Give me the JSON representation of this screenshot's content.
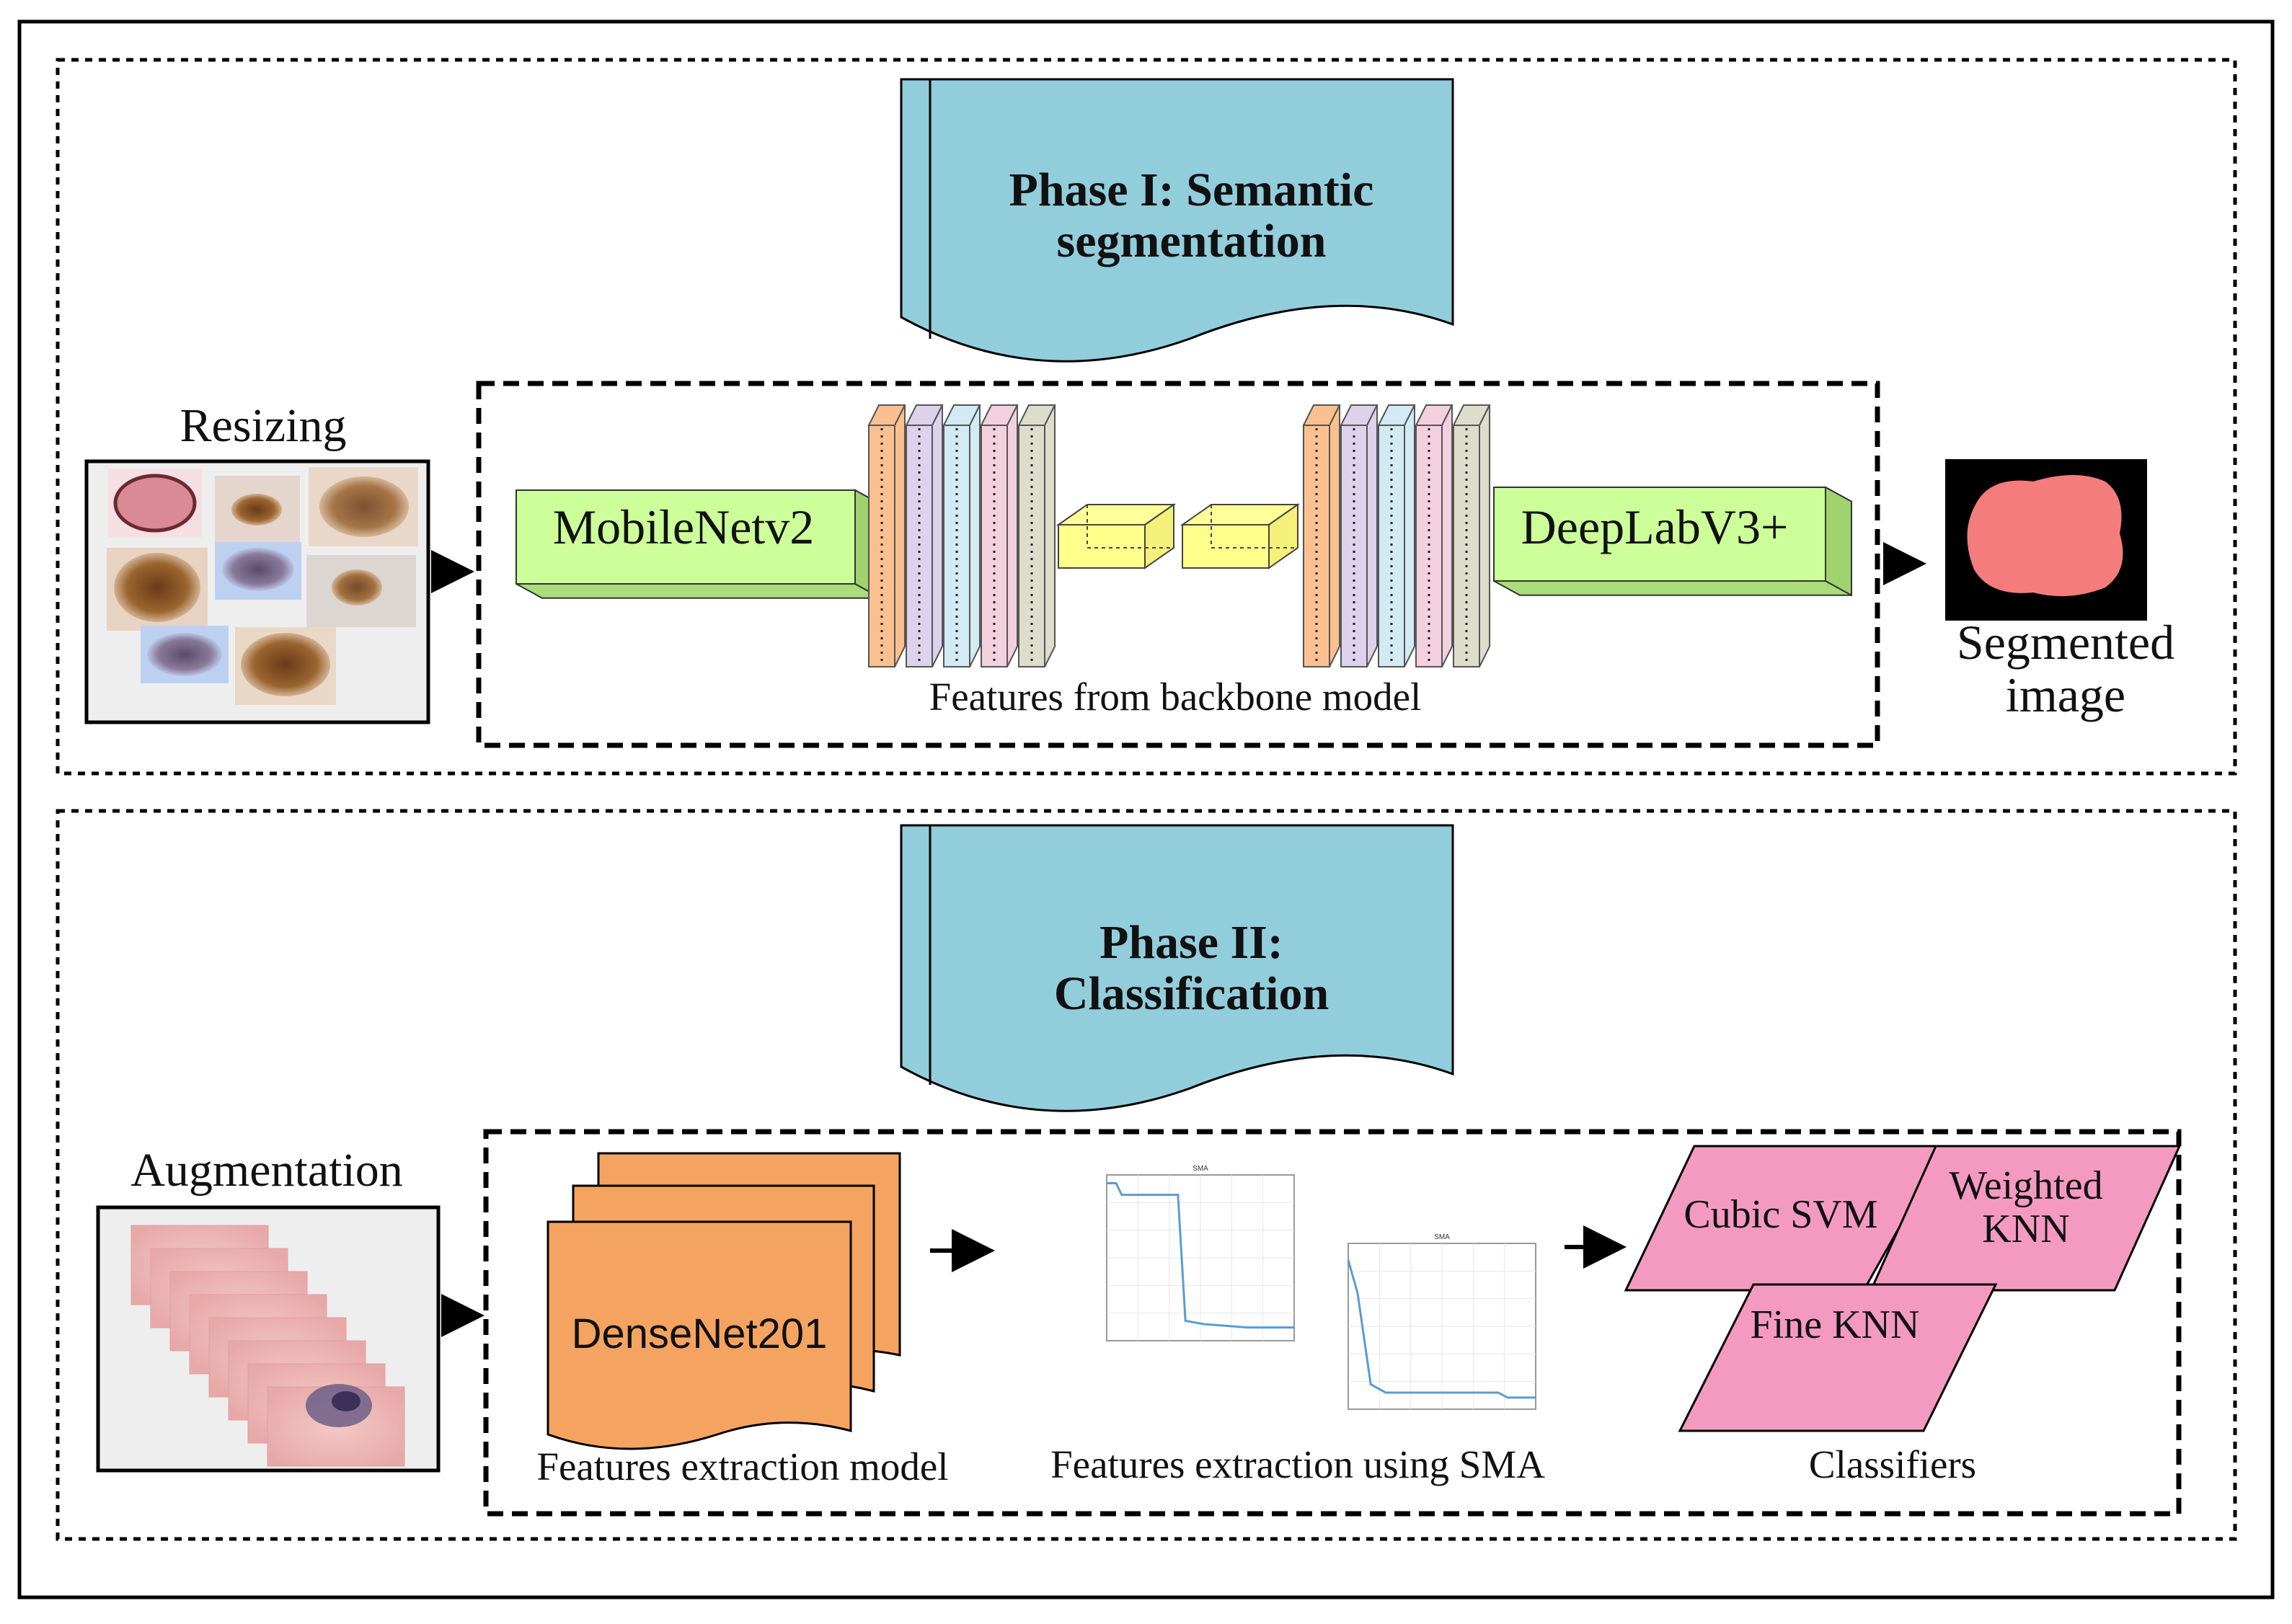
{
  "phase1": {
    "title_line1": "Phase I: Semantic",
    "title_line2": "segmentation",
    "resizing_label": "Resizing",
    "backbone_label": "MobileNetv2",
    "head_label": "DeepLabV3+",
    "features_label": "Features from backbone model",
    "output_line1": "Segmented",
    "output_line2": "image"
  },
  "phase2": {
    "title_line1": "Phase II:",
    "title_line2": "Classification",
    "augmentation_label": "Augmentation",
    "model_label": "DenseNet201",
    "model_caption": "Features extraction model",
    "sma_caption": "Features extraction using SMA",
    "sma_plot_title": "SMA",
    "classifiers": [
      "Cubic SVM",
      "Weighted KNN",
      "Fine KNN"
    ],
    "classifiers_caption": "Classifiers"
  },
  "colors": {
    "banner": "#92CDDC",
    "backbone_box": "#CCFF99",
    "densenet": "#F4A460",
    "classifier": "#F49AC1",
    "segment_mask": "#F47C7C",
    "conv_layers": [
      "#FAC090",
      "#DCD2EB",
      "#D2EAF3",
      "#F2D0DD",
      "#DEDCCB"
    ]
  }
}
